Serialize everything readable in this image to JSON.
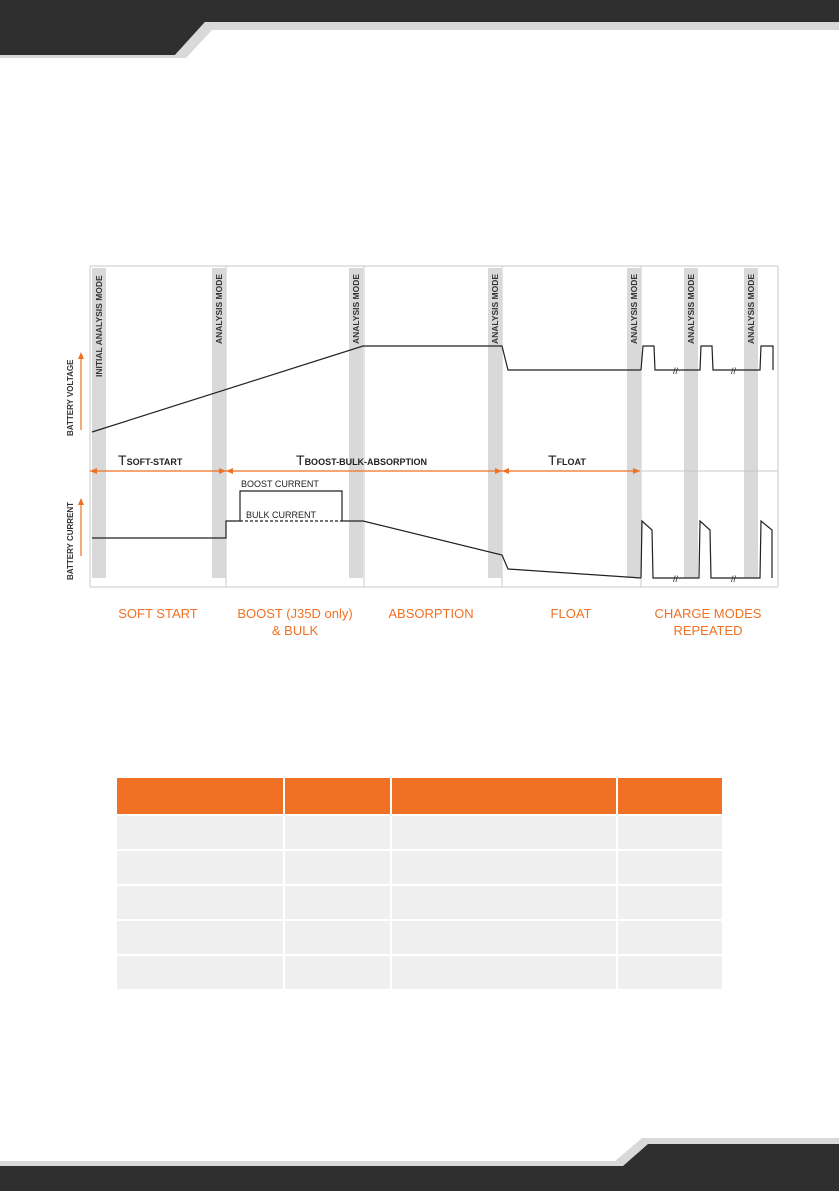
{
  "colors": {
    "accent": "#f07124",
    "dark_band": "#2f2f2f",
    "grey_band": "#d9d9d9",
    "line": "#222222",
    "grid": "#c8c8c8",
    "table_cell": "#efefef"
  },
  "diagram": {
    "mode_labels": {
      "initial": "INITIAL ANALYSIS MODE",
      "analysis": "ANALYSIS MODE"
    },
    "axis_labels": {
      "voltage": "BATTERY VOLTAGE",
      "current": "BATTERY CURRENT"
    },
    "timings": [
      {
        "t": "T",
        "sub": "SOFT-START"
      },
      {
        "t": "T",
        "sub": "BOOST-BULK-ABSORPTION"
      },
      {
        "t": "T",
        "sub": "FLOAT"
      }
    ],
    "current_labels": {
      "boost": "BOOST CURRENT",
      "bulk": "BULK CURRENT"
    },
    "stage_labels": {
      "soft_start": "SOFT START",
      "boost_line1": "BOOST (J35D only)",
      "boost_line2": "& BULK",
      "absorption": "ABSORPTION",
      "float": "FLOAT",
      "repeat_line1": "CHARGE MODES",
      "repeat_line2": "REPEATED"
    },
    "break_mark": "//"
  },
  "table": {
    "header": [
      "",
      "",
      "",
      ""
    ],
    "rows": [
      [
        "",
        "",
        "",
        ""
      ],
      [
        "",
        "",
        "",
        ""
      ],
      [
        "",
        "",
        "",
        ""
      ],
      [
        "",
        "",
        "",
        ""
      ],
      [
        "",
        "",
        "",
        ""
      ]
    ]
  }
}
